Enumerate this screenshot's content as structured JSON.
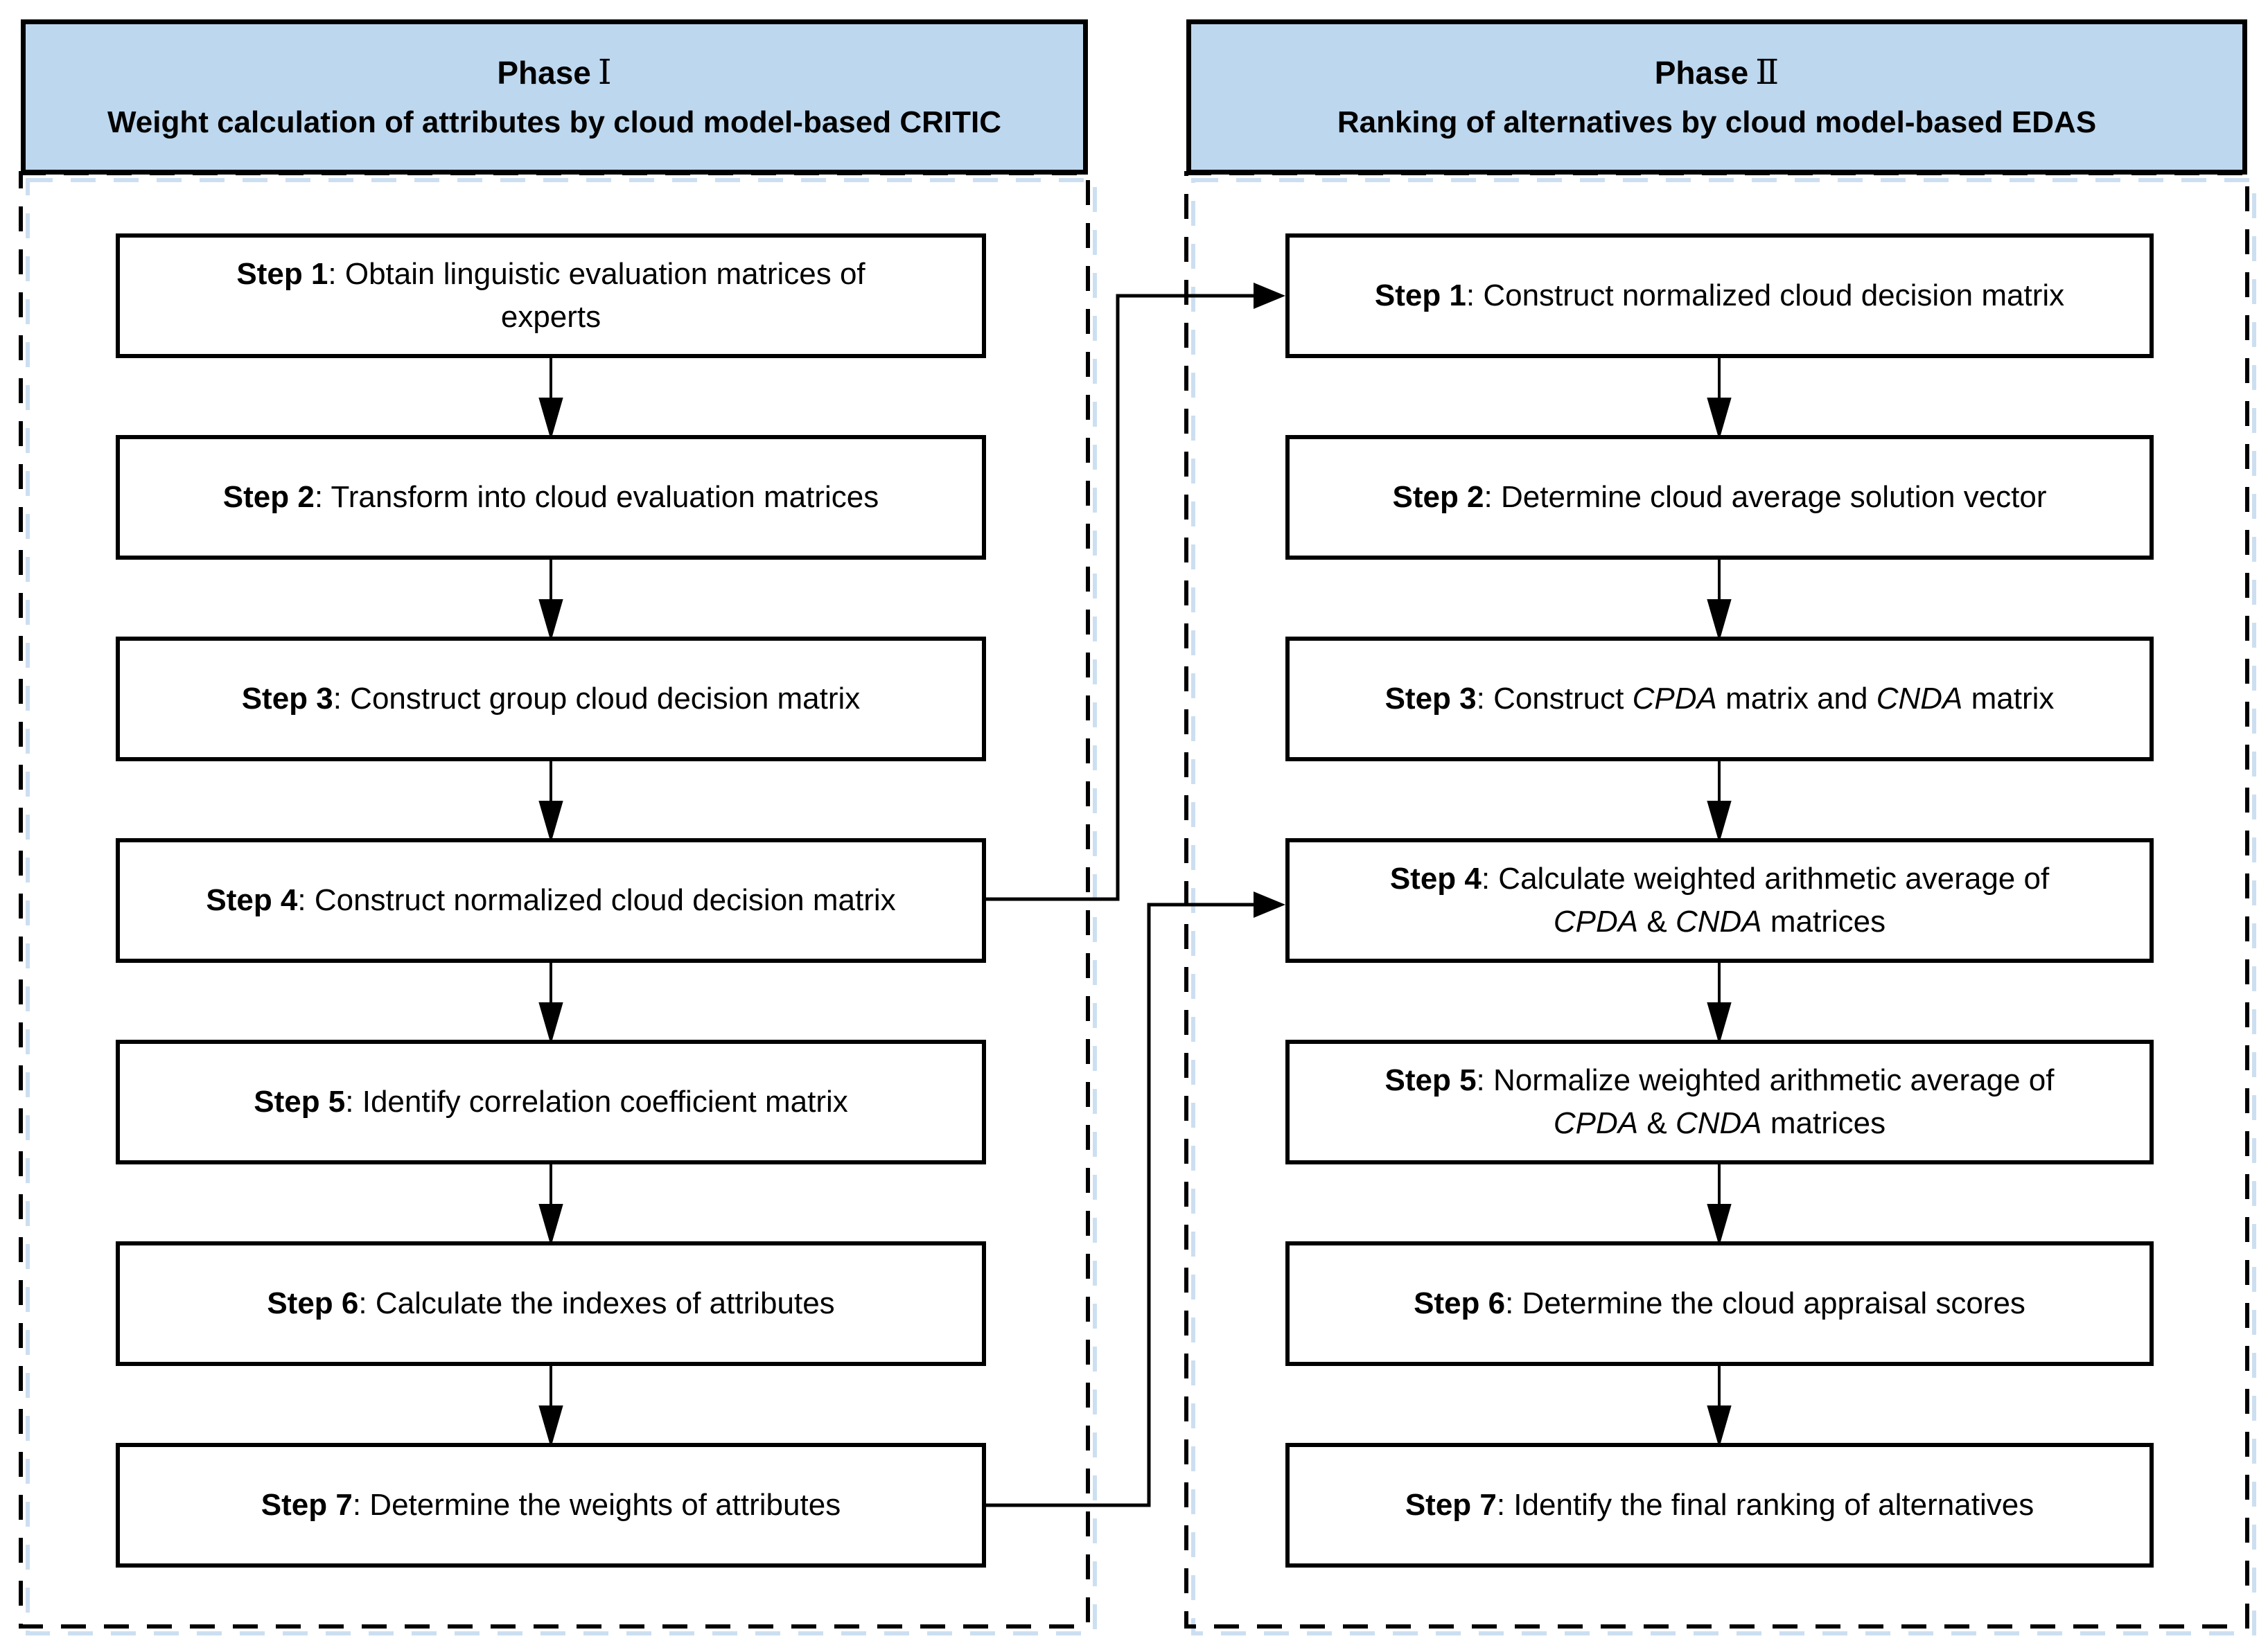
{
  "colors": {
    "header_fill": "#bdd7ee",
    "line": "#000000",
    "shadow": "#ccdff1",
    "box_fill": "#ffffff"
  },
  "phase1": {
    "header": {
      "title": "Phase",
      "numeral": "Ⅰ",
      "subtitle": "Weight calculation of attributes by cloud model-based CRITIC"
    },
    "steps": [
      {
        "lines": [
          [
            {
              "t": "Step 1",
              "b": true
            },
            {
              "t": ": Obtain linguistic evaluation matrices of"
            }
          ],
          [
            {
              "t": "experts"
            }
          ]
        ]
      },
      {
        "lines": [
          [
            {
              "t": "Step 2",
              "b": true
            },
            {
              "t": ": Transform into cloud evaluation matrices"
            }
          ]
        ]
      },
      {
        "lines": [
          [
            {
              "t": "Step 3",
              "b": true
            },
            {
              "t": ": Construct group cloud decision matrix"
            }
          ]
        ]
      },
      {
        "lines": [
          [
            {
              "t": "Step 4",
              "b": true
            },
            {
              "t": ": Construct normalized cloud decision matrix"
            }
          ]
        ]
      },
      {
        "lines": [
          [
            {
              "t": "Step 5",
              "b": true
            },
            {
              "t": ": Identify correlation coefficient matrix"
            }
          ]
        ]
      },
      {
        "lines": [
          [
            {
              "t": "Step 6",
              "b": true
            },
            {
              "t": ": Calculate the indexes of attributes"
            }
          ]
        ]
      },
      {
        "lines": [
          [
            {
              "t": "Step 7",
              "b": true
            },
            {
              "t": ": Determine the weights of attributes"
            }
          ]
        ]
      }
    ]
  },
  "phase2": {
    "header": {
      "title": "Phase",
      "numeral": "Ⅱ",
      "subtitle": "Ranking of alternatives by cloud model-based EDAS"
    },
    "steps": [
      {
        "lines": [
          [
            {
              "t": "Step 1",
              "b": true
            },
            {
              "t": ": Construct normalized cloud decision matrix"
            }
          ]
        ]
      },
      {
        "lines": [
          [
            {
              "t": "Step 2",
              "b": true
            },
            {
              "t": ": Determine cloud average solution vector"
            }
          ]
        ]
      },
      {
        "lines": [
          [
            {
              "t": "Step 3",
              "b": true
            },
            {
              "t": ": Construct "
            },
            {
              "t": "CPDA",
              "i": true
            },
            {
              "t": " matrix and "
            },
            {
              "t": "CNDA",
              "i": true
            },
            {
              "t": " matrix"
            }
          ]
        ]
      },
      {
        "lines": [
          [
            {
              "t": "Step 4",
              "b": true
            },
            {
              "t": ": Calculate weighted arithmetic average of"
            }
          ],
          [
            {
              "t": "CPDA",
              "i": true
            },
            {
              "t": " & "
            },
            {
              "t": "CNDA",
              "i": true
            },
            {
              "t": " matrices"
            }
          ]
        ]
      },
      {
        "lines": [
          [
            {
              "t": "Step 5",
              "b": true
            },
            {
              "t": ": Normalize weighted arithmetic average of"
            }
          ],
          [
            {
              "t": "CPDA",
              "i": true
            },
            {
              "t": " & "
            },
            {
              "t": "CNDA",
              "i": true
            },
            {
              "t": " matrices"
            }
          ]
        ]
      },
      {
        "lines": [
          [
            {
              "t": "Step 6",
              "b": true
            },
            {
              "t": ": Determine the cloud appraisal scores"
            }
          ]
        ]
      },
      {
        "lines": [
          [
            {
              "t": "Step 7",
              "b": true
            },
            {
              "t": ": Identify the final ranking of alternatives"
            }
          ]
        ]
      }
    ]
  }
}
